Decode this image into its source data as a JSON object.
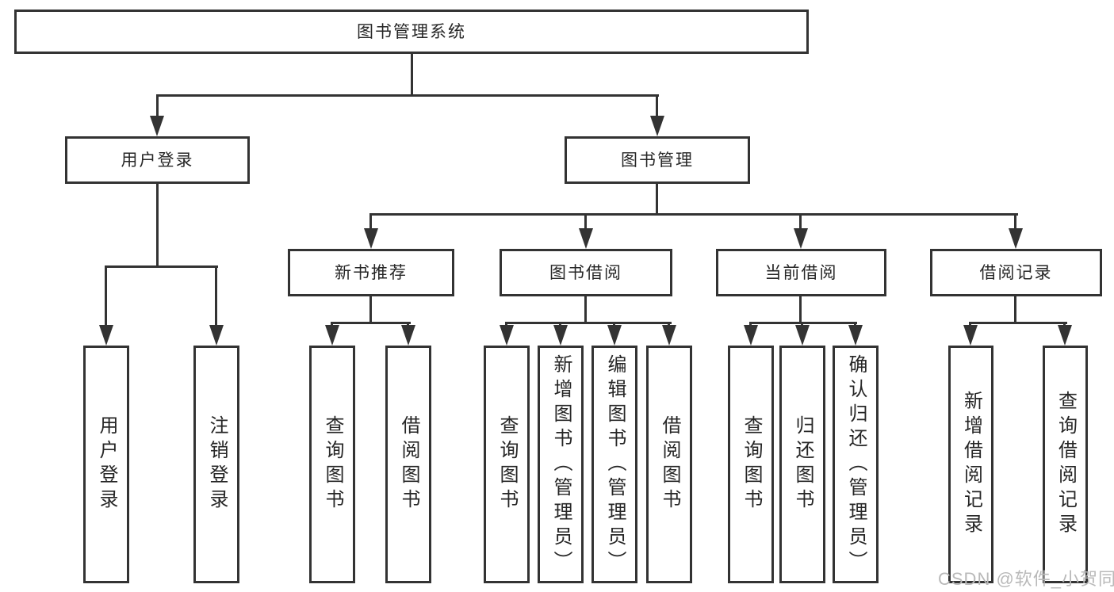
{
  "tree": {
    "root": {
      "label": "图书管理系统"
    },
    "children": [
      {
        "label": "用户登录",
        "children": [
          {
            "label": "用户登录"
          },
          {
            "label": "注销登录"
          }
        ]
      },
      {
        "label": "图书管理",
        "children": [
          {
            "label": "新书推荐",
            "children": [
              {
                "label": "查询图书"
              },
              {
                "label": "借阅图书"
              }
            ]
          },
          {
            "label": "图书借阅",
            "children": [
              {
                "label": "查询图书"
              },
              {
                "label": "新增图书（管理员）"
              },
              {
                "label": "编辑图书（管理员）"
              },
              {
                "label": "借阅图书"
              }
            ]
          },
          {
            "label": "当前借阅",
            "children": [
              {
                "label": "查询图书"
              },
              {
                "label": "归还图书"
              },
              {
                "label": "确认归还（管理员）"
              }
            ]
          },
          {
            "label": "借阅记录",
            "children": [
              {
                "label": "新增借阅记录"
              },
              {
                "label": "查询借阅记录"
              }
            ]
          }
        ]
      }
    ]
  },
  "watermark": {
    "text": "CSDN @软件_小贺同学",
    "color": "#b9b9b9"
  },
  "colors": {
    "line": "#333333",
    "text": "#262626",
    "background": "#ffffff"
  }
}
